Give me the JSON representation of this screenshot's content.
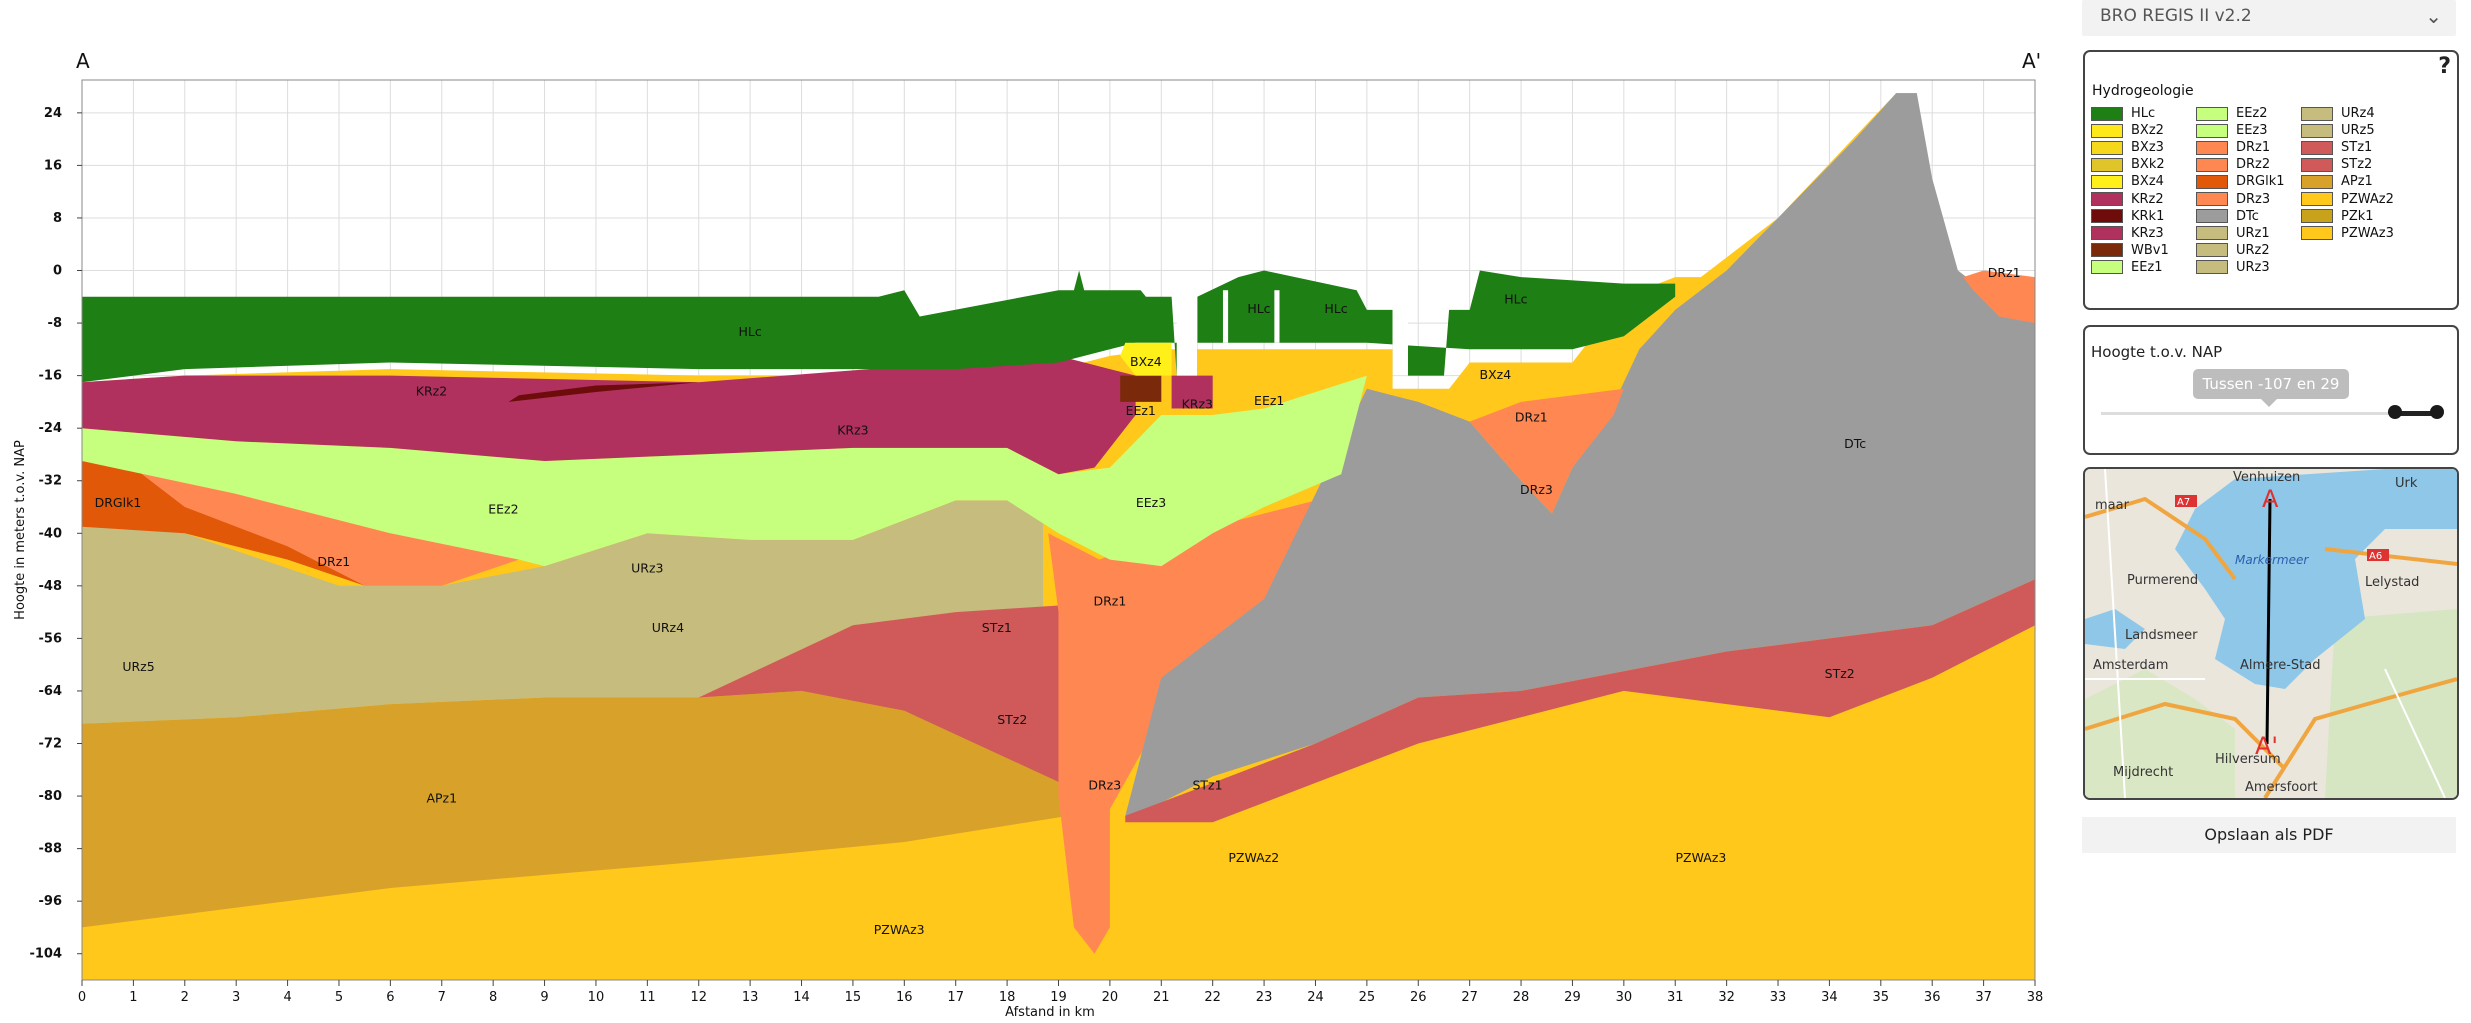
{
  "model_selector": {
    "value": "BRO REGIS II v2.2"
  },
  "profile": {
    "start_label": "A",
    "end_label": "A'"
  },
  "colors": {
    "HLc": "#1e7f14",
    "BXz2": "#ffe81a",
    "BXz3": "#f5d81c",
    "BXk2": "#dfc52a",
    "BXz4": "#fff01a",
    "KRz2": "#b0305e",
    "KRk1": "#6e0b0b",
    "KRz3": "#b0305e",
    "WBv1": "#7a2a0a",
    "EEz1": "#c6ff7e",
    "EEz2": "#c6ff7e",
    "EEz3": "#c6ff7e",
    "DRz1": "#ff8852",
    "DRz2": "#ff8852",
    "DRGlk1": "#e05808",
    "DRz3": "#ff8852",
    "DTc": "#9c9c9c",
    "URz1": "#c6bc7d",
    "URz2": "#c6bc7d",
    "URz3": "#c6bc7d",
    "URz4": "#c6bc7d",
    "URz5": "#c6bc7d",
    "STz1": "#d05a5a",
    "STz2": "#d05a5a",
    "APz1": "#d8a12a",
    "PZWAz2": "#ffc81a",
    "PZk1": "#c8a21a",
    "PZWAz3": "#ffc81a"
  },
  "chart_data": {
    "type": "area",
    "title": "",
    "xlabel": "Afstand in km",
    "ylabel": "Hoogte in meters t.o.v. NAP",
    "xlim": [
      0,
      38
    ],
    "ylim": [
      -108,
      29
    ],
    "x_ticks": [
      "0",
      "1",
      "2",
      "3",
      "4",
      "5",
      "6",
      "7",
      "8",
      "9",
      "10",
      "11",
      "12",
      "13",
      "14",
      "15",
      "16",
      "17",
      "18",
      "19",
      "20",
      "21",
      "22",
      "23",
      "24",
      "25",
      "26",
      "27",
      "28",
      "29",
      "30",
      "31",
      "32",
      "33",
      "34",
      "35",
      "36",
      "37",
      "38"
    ],
    "y_ticks": [
      "24",
      "16",
      "8",
      "0",
      "-8",
      "-16",
      "-24",
      "-32",
      "-40",
      "-48",
      "-56",
      "-64",
      "-72",
      "-80",
      "-88",
      "-96",
      "-104"
    ],
    "grid": true,
    "unit_labels": [
      {
        "text": "HLc",
        "x": 13,
        "y": -10
      },
      {
        "text": "HLc",
        "x": 22.9,
        "y": -6.5
      },
      {
        "text": "HLc",
        "x": 24.4,
        "y": -6.5
      },
      {
        "text": "HLc",
        "x": 27.9,
        "y": -5
      },
      {
        "text": "BXz4",
        "x": 20.7,
        "y": -14.5
      },
      {
        "text": "BXz4",
        "x": 27.5,
        "y": -16.5
      },
      {
        "text": "KRz2",
        "x": 6.8,
        "y": -19
      },
      {
        "text": "KRz3",
        "x": 15,
        "y": -25
      },
      {
        "text": "KRz3",
        "x": 21.7,
        "y": -21
      },
      {
        "text": "EEz1",
        "x": 20.6,
        "y": -22
      },
      {
        "text": "EEz1",
        "x": 23.1,
        "y": -20.5
      },
      {
        "text": "EEz2",
        "x": 8.2,
        "y": -37
      },
      {
        "text": "EEz3",
        "x": 20.8,
        "y": -36
      },
      {
        "text": "DRGlk1",
        "x": 0.7,
        "y": -36
      },
      {
        "text": "DRz1",
        "x": 4.9,
        "y": -45
      },
      {
        "text": "DRz1",
        "x": 20,
        "y": -51
      },
      {
        "text": "DRz1",
        "x": 28.2,
        "y": -23
      },
      {
        "text": "DRz1",
        "x": 37.4,
        "y": -1
      },
      {
        "text": "DRz3",
        "x": 28.3,
        "y": -34
      },
      {
        "text": "DRz3",
        "x": 19.9,
        "y": -79
      },
      {
        "text": "DTc",
        "x": 34.5,
        "y": -27
      },
      {
        "text": "URz3",
        "x": 11,
        "y": -46
      },
      {
        "text": "URz4",
        "x": 11.4,
        "y": -55
      },
      {
        "text": "URz5",
        "x": 1.1,
        "y": -61
      },
      {
        "text": "STz1",
        "x": 17.8,
        "y": -55
      },
      {
        "text": "STz2",
        "x": 18.1,
        "y": -69
      },
      {
        "text": "STz1",
        "x": 21.9,
        "y": -79
      },
      {
        "text": "STz2",
        "x": 34.2,
        "y": -62
      },
      {
        "text": "APz1",
        "x": 7,
        "y": -81
      },
      {
        "text": "PZWAz2",
        "x": 22.8,
        "y": -90
      },
      {
        "text": "PZWAz3",
        "x": 31.5,
        "y": -90
      },
      {
        "text": "PZWAz3",
        "x": 15.9,
        "y": -101
      }
    ]
  },
  "legend": {
    "help": "?",
    "title": "Hydrogeologie",
    "columns": [
      [
        "HLc",
        "BXz2",
        "BXz3",
        "BXk2",
        "BXz4",
        "KRz2",
        "KRk1",
        "KRz3",
        "WBv1",
        "EEz1"
      ],
      [
        "EEz2",
        "EEz3",
        "DRz1",
        "DRz2",
        "DRGlk1",
        "DRz3",
        "DTc",
        "URz1",
        "URz2",
        "URz3"
      ],
      [
        "URz4",
        "URz5",
        "STz1",
        "STz2",
        "APz1",
        "PZWAz2",
        "PZk1",
        "PZWAz3"
      ]
    ]
  },
  "height_filter": {
    "title": "Hoogte t.o.v. NAP",
    "tooltip": "Tussen -107 en 29 m",
    "range_min": -107,
    "range_max": 29
  },
  "map": {
    "labels": [
      "Venhuizen",
      "Urk",
      "maar",
      "Markermeer",
      "Purmerend",
      "Lelystad",
      "Landsmeer",
      "Amsterdam",
      "Almere-Stad",
      "Mijdrecht",
      "Hilversum",
      "Amersfoort"
    ],
    "road_labels": [
      "A7",
      "A6"
    ],
    "start_marker": "A",
    "end_marker": "A'"
  },
  "actions": {
    "save_pdf": "Opslaan als PDF"
  }
}
